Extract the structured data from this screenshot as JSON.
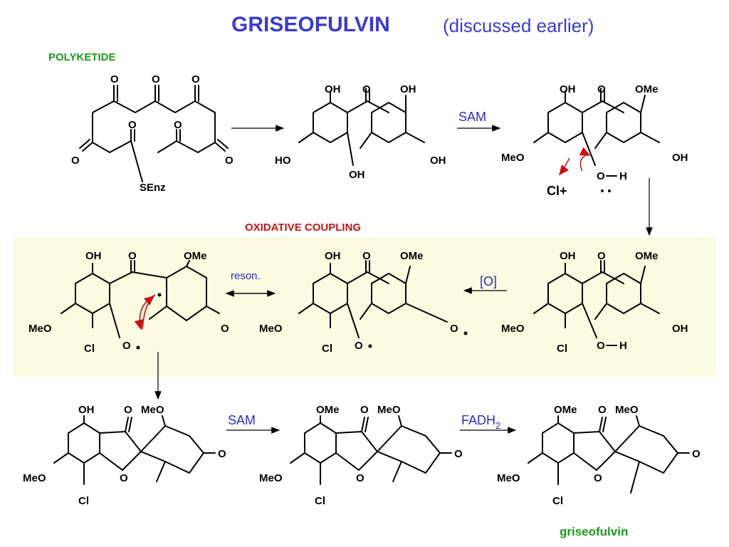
{
  "header": {
    "title": "GRISEOFULVIN",
    "subtitle": "(discussed earlier)"
  },
  "labels": {
    "polyketide": "POLYKETIDE",
    "oxidative_coupling": "OXIDATIVE COUPLING",
    "product_name": "griseofulvin"
  },
  "reagents": {
    "sam_1": "SAM",
    "oxidant": "[O]",
    "resonance": "reson.",
    "sam_2": "SAM",
    "fadh2": "FADH",
    "fadh2_sub": "2"
  },
  "atoms": {
    "O": "O",
    "OH": "OH",
    "HO": "HO",
    "OMe": "OMe",
    "MeO": "MeO",
    "Cl": "Cl",
    "SEnz": "SEnz",
    "H": "H",
    "Cl_plus": "Cl+"
  },
  "colors": {
    "title_blue": "#3b3bd0",
    "label_green": "#1a9a1a",
    "label_red": "#c41414",
    "band_yellow": "#fbfbe2"
  }
}
